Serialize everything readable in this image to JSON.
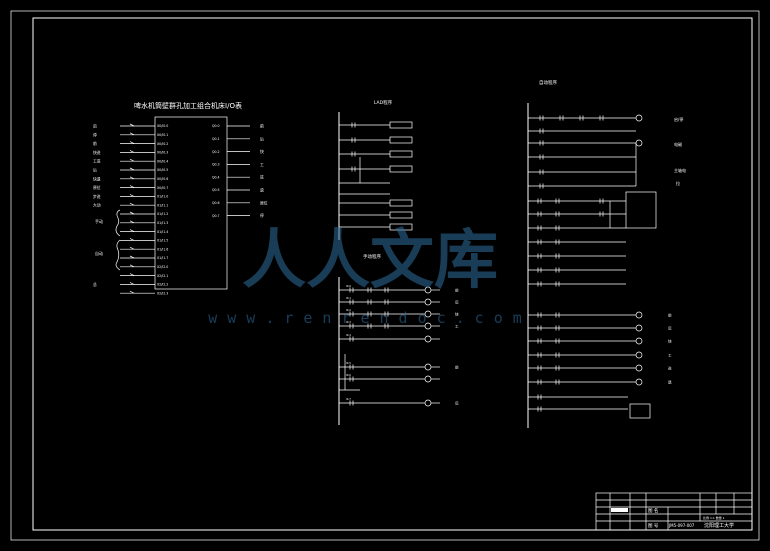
{
  "title": "啤水机筒壁群孔加工组合机床I/O表",
  "section_labels": {
    "middle_top": "LAD程序",
    "middle_mid": "手动程序",
    "right_top": "自动程序"
  },
  "io_table": {
    "left_labels": [
      "启",
      "停",
      "前",
      "快进",
      "工进",
      "后",
      "快退",
      "原位",
      "步进",
      "大动",
      "",
      "",
      "",
      "",
      "",
      "",
      "",
      "",
      "总"
    ],
    "inputs": [
      "X0/I0.0",
      "X0/I0.1",
      "X0/I0.2",
      "X0/I0.3",
      "X0/I0.4",
      "X0/I0.5",
      "X0/I0.6",
      "X0/I0.7",
      "X1/I1.0",
      "X1/I1.1",
      "X1/I1.2",
      "X1/I1.3",
      "X1/I1.4",
      "X1/I1.5",
      "X1/I1.6",
      "X1/I1.7",
      "X2/I2.0",
      "X2/I2.1",
      "X2/I2.2",
      "X2/I2.3"
    ],
    "outputs": [
      "Q0.0",
      "Q0.1",
      "Q0.2",
      "Q0.3",
      "Q0.4",
      "Q0.5",
      "Q0.6",
      "Q0.7"
    ],
    "output_labels": [
      "前",
      "后",
      "快",
      "工",
      "进",
      "退",
      "原位",
      "停"
    ],
    "group_labels": [
      "手动",
      "自动"
    ]
  },
  "right_labels": [
    "启/停",
    "电磁",
    "主轴电",
    "拉"
  ],
  "mid_coil_labels": [
    "前",
    "后",
    "快",
    "工",
    "",
    "",
    "前",
    "后",
    "",
    "",
    "",
    "",
    ""
  ],
  "right_coil_labels": [
    "前",
    "后",
    "快",
    "工",
    "进",
    "退",
    "",
    "",
    "",
    ""
  ],
  "title_block": {
    "row1": "图 名",
    "row2": "图 号",
    "code": "JM5-097-007",
    "school": "沈阳理工大学",
    "scale": "比例 1:1 数量 1"
  },
  "watermark": {
    "text": "人人文库",
    "url": "www.renrendoc.com"
  }
}
